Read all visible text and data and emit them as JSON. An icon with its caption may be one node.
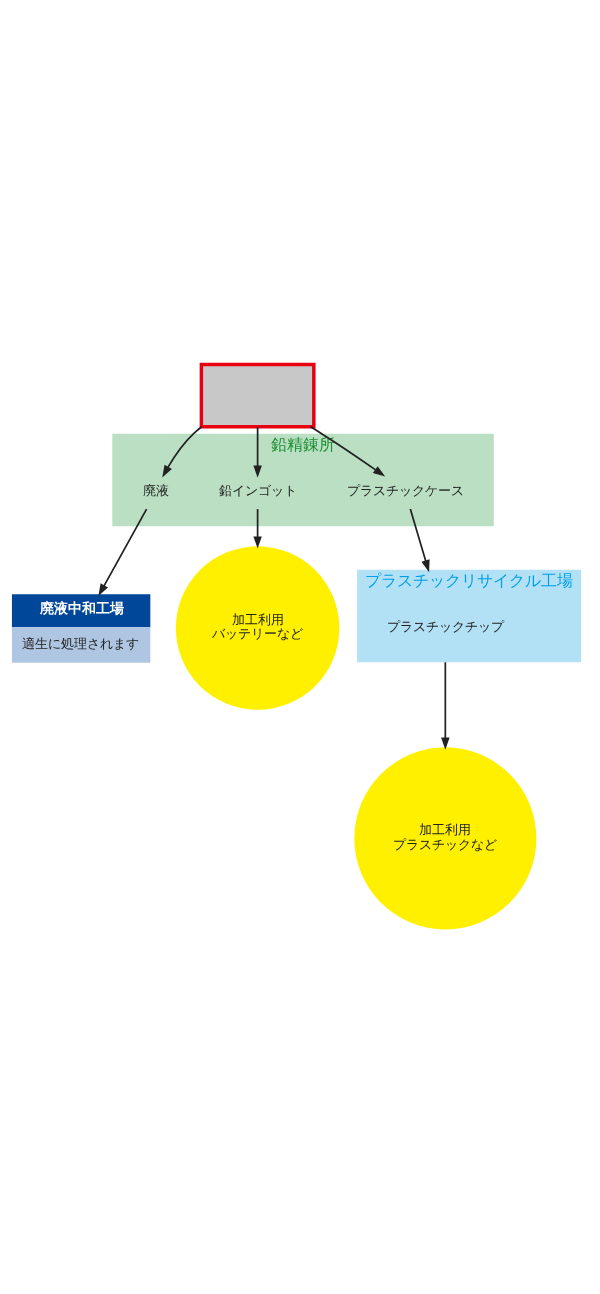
{
  "diagram": {
    "nodes": [
      {
        "text": [],
        "shape": "box"
      },
      {
        "text": [
          "鉛精錬所"
        ]
      },
      {
        "text": [
          "廃液"
        ],
        "in": 1
      },
      {
        "text": [
          "鉛インゴット"
        ],
        "in": 1
      },
      {
        "text": [
          "プラスチックケース"
        ],
        "in": 1
      },
      {
        "text": [
          "廃液中和工場",
          "適生に処理されます"
        ]
      },
      {
        "text": [
          "プラスチックリサイクル工場"
        ]
      },
      {
        "text": [
          "プラスチックチップ"
        ],
        "in": 6
      },
      {
        "text": [
          "加工利用",
          "バッテリーなど"
        ]
      },
      {
        "text": [
          "加工利用",
          "プラスチックなど"
        ]
      }
    ],
    "edges": [
      {
        "from": 0,
        "to": 2,
        "arrow": "to"
      },
      {
        "from": 0,
        "to": 3,
        "arrow": "to"
      },
      {
        "from": 0,
        "to": 4,
        "arrow": "to"
      },
      {
        "from": 2,
        "to": 5,
        "arrow": "to"
      },
      {
        "from": 3,
        "to": 8,
        "arrow": "to"
      },
      {
        "from": 4,
        "to": 6,
        "arrow": "to"
      },
      {
        "from": 6,
        "to": 9,
        "arrow": "to"
      }
    ]
  }
}
